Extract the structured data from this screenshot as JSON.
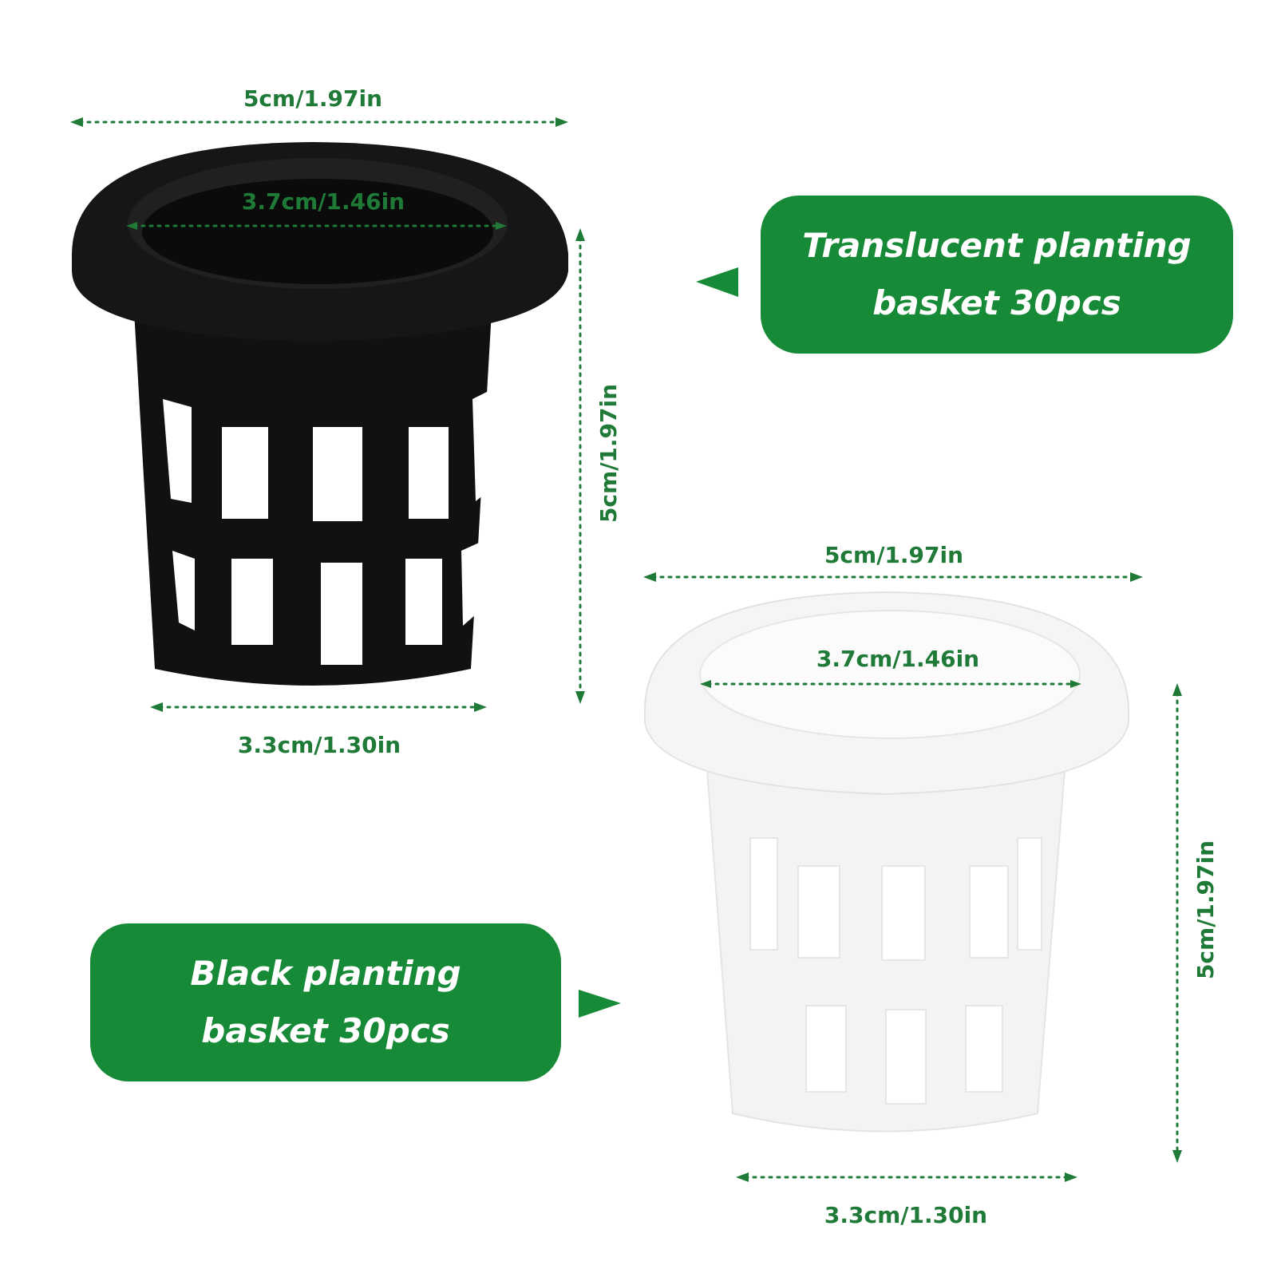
{
  "black_basket": {
    "top_width_label": "5cm/1.97in",
    "inner_diameter_label": "3.7cm/1.46in",
    "height_label": "5cm/1.97in",
    "bottom_width_label": "3.3cm/1.30in",
    "color": "#111111"
  },
  "translucent_basket": {
    "top_width_label": "5cm/1.97in",
    "inner_diameter_label": "3.7cm/1.46in",
    "height_label": "5cm/1.97in",
    "bottom_width_label": "3.3cm/1.30in",
    "color": "#f4f4f4"
  },
  "badges": {
    "translucent": {
      "line1": "Translucent planting",
      "line2": "basket 30pcs"
    },
    "black": {
      "line1": "Black planting",
      "line2": "basket 30pcs"
    }
  },
  "colors": {
    "accent_green": "#178a38",
    "dimension_green": "#1e7a36"
  }
}
